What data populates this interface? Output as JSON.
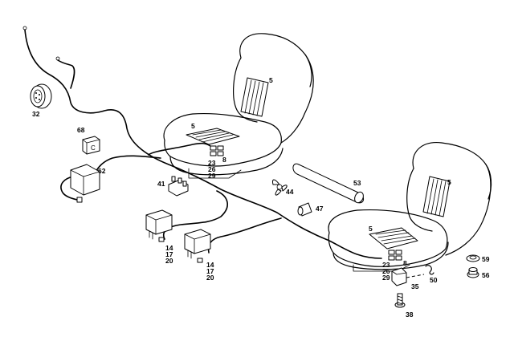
{
  "labels": {
    "p5_rear_back": "5",
    "p5_rear_cushion": "5",
    "p23_rear": "23",
    "p26_rear": "26",
    "p29_rear": "29",
    "p8_rear": "8",
    "p32": "32",
    "p68": "68",
    "p62": "62",
    "p41": "41",
    "p44": "44",
    "p53": "53",
    "p47": "47",
    "p14_a": "14",
    "p17_a": "17",
    "p20_a": "20",
    "p14_b": "14",
    "p17_b": "17",
    "p20_b": "20",
    "p5_front_back": "5",
    "p5_front_cushion": "5",
    "p23_front": "23",
    "p26_front": "26",
    "p29_front": "29",
    "p8_front": "8",
    "p35": "35",
    "p50": "50",
    "p38": "38",
    "p59": "59",
    "p56": "56"
  }
}
